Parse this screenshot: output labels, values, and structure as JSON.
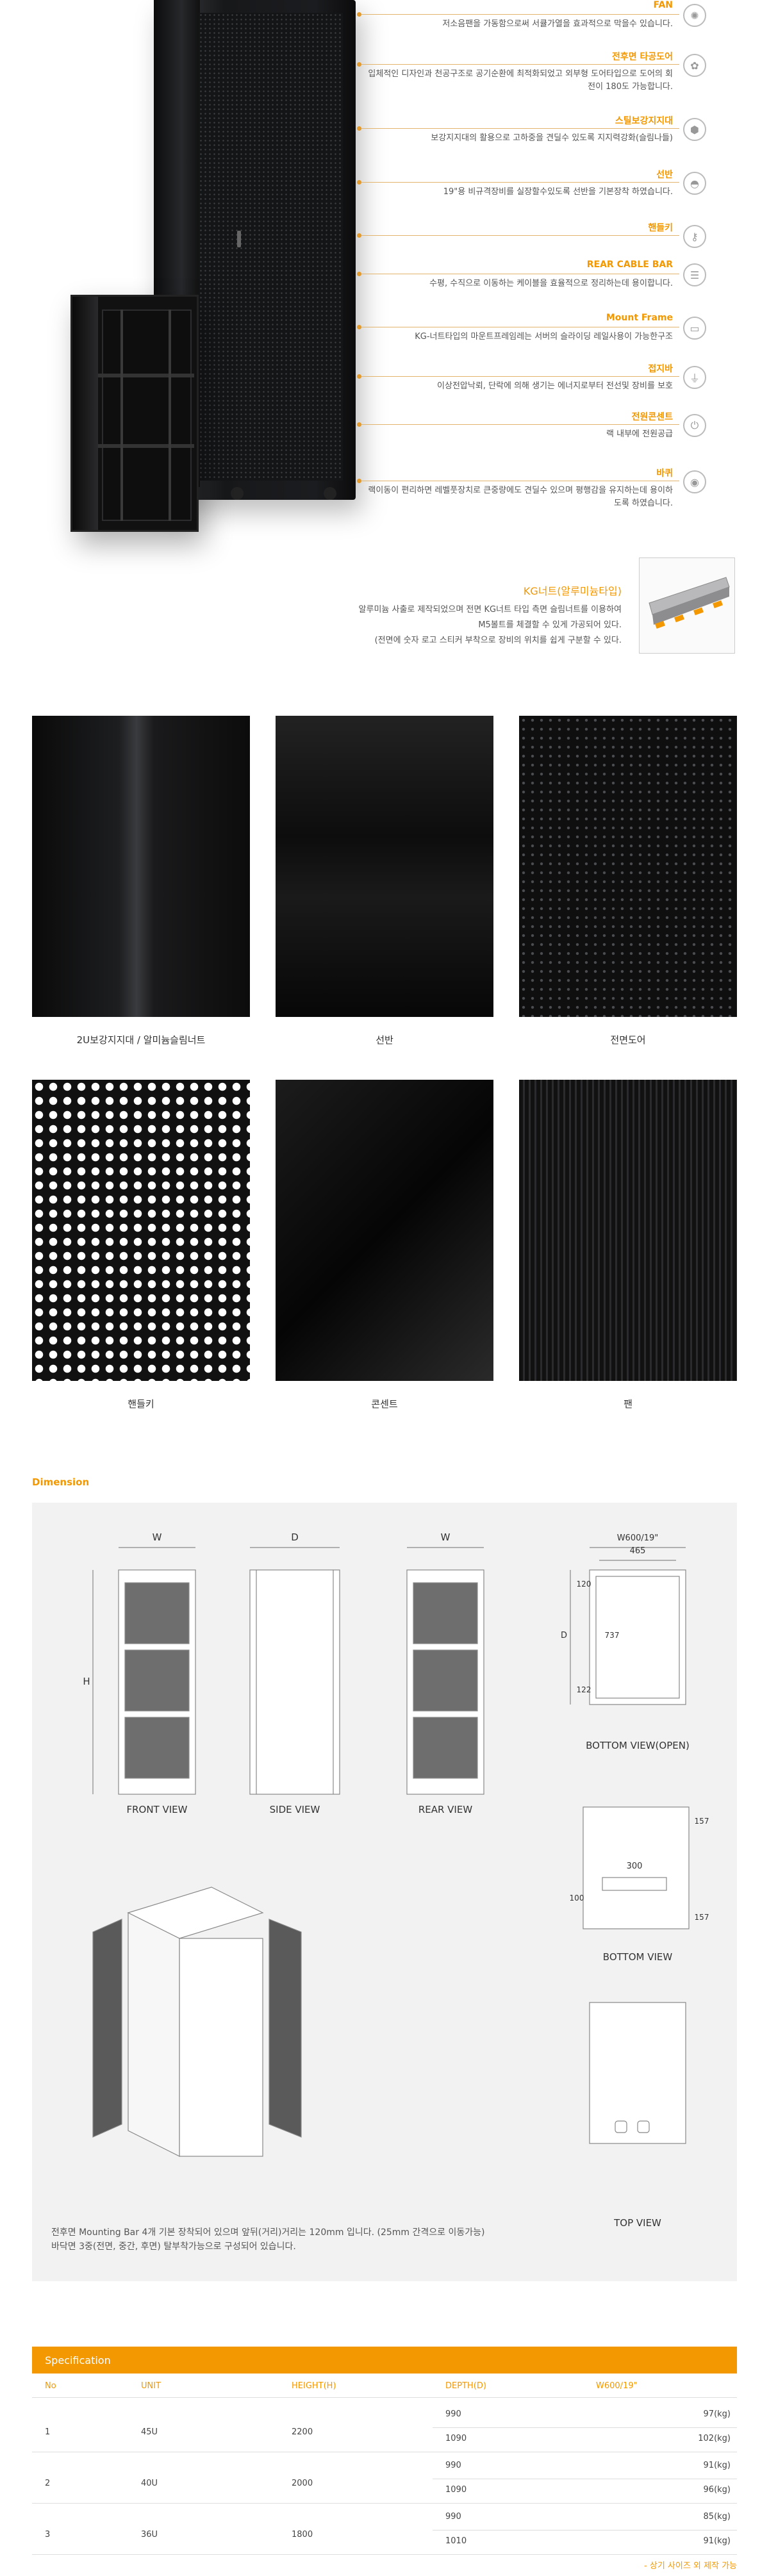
{
  "features": [
    {
      "title": "FAN",
      "desc": "저소음팬을 가동함으로써 서큘가열을 효과적으로 막을수 있습니다.",
      "icon": "fan-icon",
      "glyph": "✺"
    },
    {
      "title": "전후면 타공도어",
      "desc": "입체적인 디자인과 천공구조로 공기순환에 최적화되었고 외부형 도어타입으로 도어의 회전이 180도 가능합니다.",
      "icon": "perforated-door-icon",
      "glyph": "✿"
    },
    {
      "title": "스틸보강지지대",
      "desc": "보강지지대의 활용으로 고하중을 견딜수 있도록 지지력강화(슬림나들)",
      "icon": "reinforcement-icon",
      "glyph": "⬢"
    },
    {
      "title": "선반",
      "desc": "19\"용 비규격장비를 실장할수있도록 선반을 기본장착 하였습니다.",
      "icon": "shelf-icon",
      "glyph": "◓"
    },
    {
      "title": "핸들키",
      "desc": "",
      "icon": "handle-key-icon",
      "glyph": "⚷"
    },
    {
      "title": "REAR CABLE BAR",
      "desc": "수평, 수직으로 이동하는 케이블을 효율적으로 정리하는데 용이합니다.",
      "icon": "cable-bar-icon",
      "glyph": "☰"
    },
    {
      "title": "Mount Frame",
      "desc": "KG-너트타입의 마운트프레임레는 서버의 슬라이딩 레일사용이 가능한구조",
      "icon": "mount-frame-icon",
      "glyph": "▭"
    },
    {
      "title": "접지바",
      "desc": "이상전압낙뢰, 단락에 의해 생기는 에너지로부터 전선및 장비를 보호",
      "icon": "ground-bar-icon",
      "glyph": "⏚"
    },
    {
      "title": "전원콘센트",
      "desc": "랙 내부에 전원공급",
      "icon": "power-outlet-icon",
      "glyph": "⏻"
    },
    {
      "title": "바퀴",
      "desc": "랙이동이 편리하면 레벨풋장치로 큰중량에도 견딜수 있으며 평행감을 유지하는데 용이하도록 하였습니다.",
      "icon": "wheel-icon",
      "glyph": "◉"
    }
  ],
  "kg": {
    "title": "KG너트(알루미늄타입)",
    "desc1": "알루미늄 사출로 제작되었으며 전면 KG너트 타입 측면 슬림너트를 이용하여",
    "desc2": "M5볼트를 체결할 수 있게 가공되어 있다.",
    "desc3": "(전면에 숫자 로고 스티커 부착으로 장비의 위치를 쉽게 구분할 수 있다."
  },
  "photos": [
    "2U보강지지대 / 알미늄슬림너트",
    "선반",
    "전면도어",
    "핸들키",
    "콘센트",
    "팬"
  ],
  "dimension": {
    "title": "Dimension",
    "front": "FRONT VIEW",
    "side": "SIDE VIEW",
    "rear": "REAR VIEW",
    "bottom_open": "BOTTOM VIEW(OPEN)",
    "bottom": "BOTTOM VIEW",
    "top": "TOP VIEW",
    "w": "W",
    "d": "D",
    "h": "H",
    "w600": "W600/19\"",
    "d465": "465",
    "d120": "120",
    "d737": "737",
    "d122": "122",
    "d157a": "157",
    "d300": "300",
    "d100": "100",
    "d157b": "157",
    "note1": "전후면 Mounting Bar 4개 기본 장착되어 있으며 앞뒤(거리)거리는 120mm 입니다. (25mm 간격으로 이동가능)",
    "note2": "바닥면 3중(전면, 중간, 후면) 탈부착가능으로 구성되어 있습니다."
  },
  "spec": {
    "title": "Specification",
    "cols": [
      "No",
      "UNIT",
      "HEIGHT(H)",
      "DEPTH(D)",
      "W600/19\""
    ],
    "rows": [
      {
        "no": "1",
        "unit": "45U",
        "height": "2200",
        "sub": [
          {
            "d": "990",
            "w": "97(kg)"
          },
          {
            "d": "1090",
            "w": "102(kg)"
          }
        ]
      },
      {
        "no": "2",
        "unit": "40U",
        "height": "2000",
        "sub": [
          {
            "d": "990",
            "w": "91(kg)"
          },
          {
            "d": "1090",
            "w": "96(kg)"
          }
        ]
      },
      {
        "no": "3",
        "unit": "36U",
        "height": "1800",
        "sub": [
          {
            "d": "990",
            "w": "85(kg)"
          },
          {
            "d": "1010",
            "w": "91(kg)"
          }
        ]
      }
    ],
    "footnote": "- 상기 사이즈 외 제작 가능"
  }
}
